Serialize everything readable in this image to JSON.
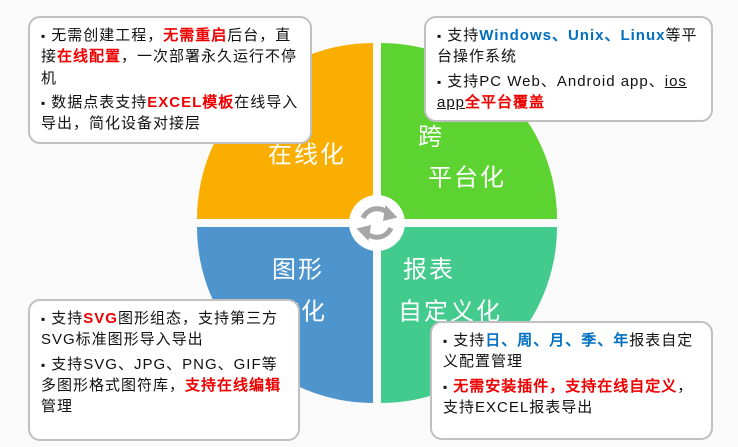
{
  "ui": {
    "bullet_char": "▪"
  },
  "colors": {
    "page_bg": "#FAFAFA",
    "online_quadrant": "#F9AE00",
    "cross_quadrant": "#5CD331",
    "graphic_quadrant": "#4D95CC",
    "report_quadrant": "#43CA8D",
    "label_text": "#FFFFFF",
    "red_text": "#EE0000",
    "blue_text": "#0070C0",
    "arrow_gray": "#A6A6A6",
    "box_border": "#C0C0C0"
  },
  "quadrants": {
    "online": {
      "label_lines": [
        "在线化"
      ]
    },
    "cross": {
      "label_lines": [
        "跨",
        "平台化"
      ]
    },
    "graphic": {
      "label_lines": [
        "图形",
        "组态化"
      ]
    },
    "report": {
      "label_lines": [
        "报表",
        "自定义化"
      ]
    }
  },
  "callouts": {
    "top_left": {
      "bullets": [
        [
          {
            "t": "无需创建工程，",
            "s": "n"
          },
          {
            "t": "无需重启",
            "s": "r"
          },
          {
            "t": "后台，直接",
            "s": "n"
          },
          {
            "t": "在线配置",
            "s": "r"
          },
          {
            "t": "，一次部署永久运行不停机",
            "s": "n"
          }
        ],
        [
          {
            "t": "数据点表支持",
            "s": "n"
          },
          {
            "t": "EXCEL模板",
            "s": "r"
          },
          {
            "t": "在线导入导出，简化设备对接层",
            "s": "n"
          }
        ]
      ]
    },
    "top_right": {
      "bullets": [
        [
          {
            "t": "支持",
            "s": "n"
          },
          {
            "t": "Windows、Unix、Linux",
            "s": "b"
          },
          {
            "t": "等平台操作系统",
            "s": "n"
          }
        ],
        [
          {
            "t": "支持PC Web、Android app、",
            "s": "n"
          },
          {
            "t": "ios app",
            "s": "u"
          },
          {
            "t": "全平台覆盖",
            "s": "r"
          }
        ]
      ]
    },
    "bottom_left": {
      "bullets": [
        [
          {
            "t": "支持",
            "s": "n"
          },
          {
            "t": "SVG",
            "s": "r"
          },
          {
            "t": "图形组态，支持第三方SVG标准图形导入导出",
            "s": "n"
          }
        ],
        [
          {
            "t": "支持SVG、JPG、PNG、GIF等多图形格式图符库，",
            "s": "n"
          },
          {
            "t": "支持在线编辑",
            "s": "r"
          },
          {
            "t": "管理",
            "s": "n"
          }
        ]
      ]
    },
    "bottom_right": {
      "bullets": [
        [
          {
            "t": "支持",
            "s": "n"
          },
          {
            "t": "日、周、月、季、年",
            "s": "b"
          },
          {
            "t": "报表自定义配置管理",
            "s": "n"
          }
        ],
        [
          {
            "t": "无需安装插件，支持在线自定义",
            "s": "r"
          },
          {
            "t": "，支持EXCEL报表导出",
            "s": "n"
          }
        ]
      ]
    }
  }
}
